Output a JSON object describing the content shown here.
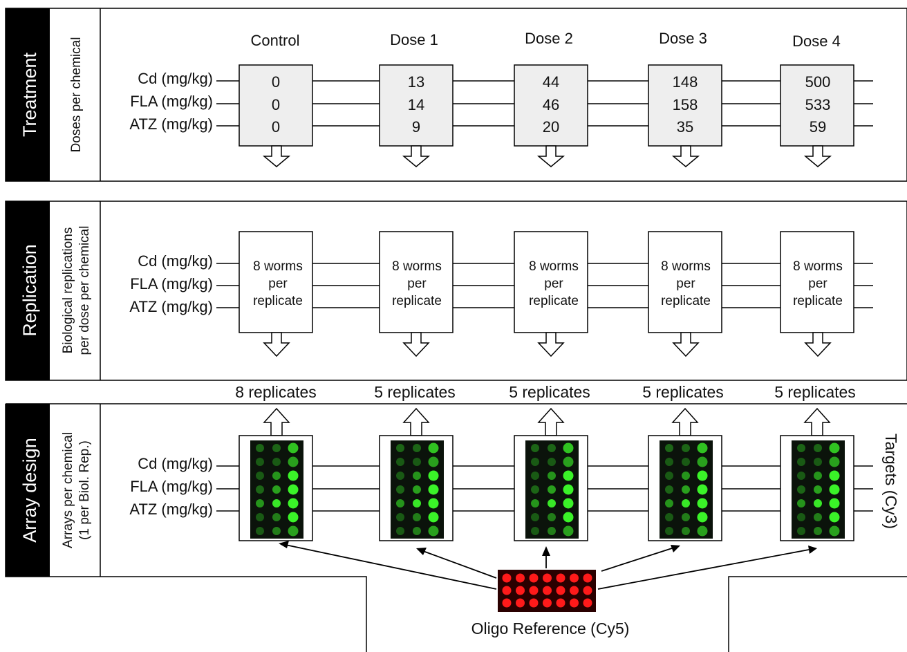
{
  "sections": [
    {
      "id": "treatment",
      "title": "Treatment",
      "subtitle_lines": [
        "Doses per chemical"
      ]
    },
    {
      "id": "replication",
      "title": "Replication",
      "subtitle_lines": [
        "Biological replications",
        "per dose  per chemical"
      ]
    },
    {
      "id": "array",
      "title": "Array design",
      "subtitle_lines": [
        "Arrays per chemical",
        "(1 per Biol. Rep.)"
      ]
    }
  ],
  "chemicals": [
    "Cd (mg/kg)",
    "FLA (mg/kg)",
    "ATZ (mg/kg)"
  ],
  "groups": [
    {
      "name": "Control",
      "doses": [
        "0",
        "0",
        "0"
      ],
      "replicates": "8 replicates"
    },
    {
      "name": "Dose 1",
      "doses": [
        "13",
        "14",
        "9"
      ],
      "replicates": "5 replicates"
    },
    {
      "name": "Dose 2",
      "doses": [
        "44",
        "46",
        "20"
      ],
      "replicates": "5 replicates"
    },
    {
      "name": "Dose 3",
      "doses": [
        "148",
        "158",
        "35"
      ],
      "replicates": "5 replicates"
    },
    {
      "name": "Dose 4",
      "doses": [
        "500",
        "533",
        "59"
      ],
      "replicates": "5 replicates"
    }
  ],
  "replicate_box_lines": [
    "8 worms",
    "per",
    "replicate"
  ],
  "targets_label": "Targets (Cy3)",
  "reference_label": "Oligo Reference (Cy5)",
  "colors": {
    "label_panel": "#000000",
    "spot_green": "#3dff2a",
    "spot_red": "#ff1a1a",
    "array_bg": "#0b130b"
  }
}
